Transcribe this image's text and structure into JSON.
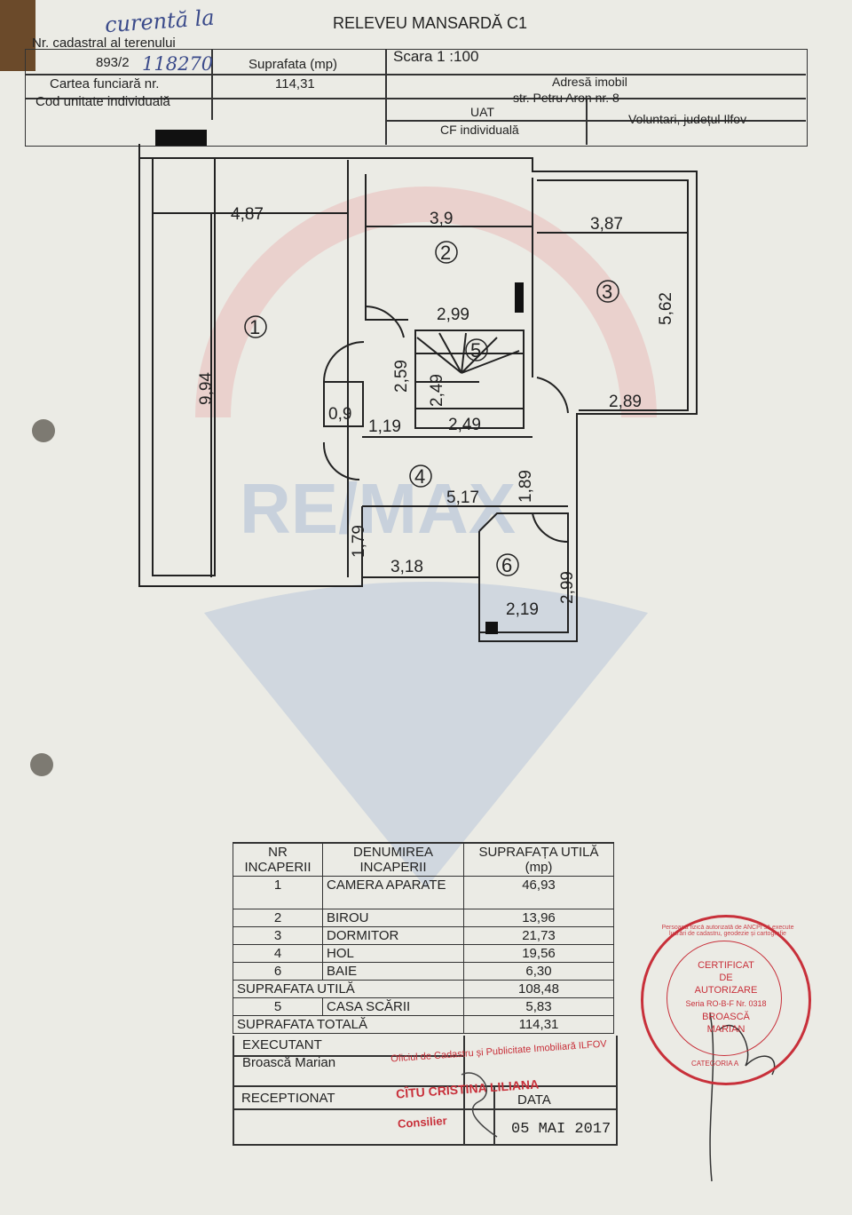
{
  "header": {
    "title": "RELEVEU MANSARDĂ C1",
    "scale": "Scara 1 :100",
    "handwritten_top": "curentă la",
    "cadastral_label": "Nr. cadastral al terenului",
    "cadastral_value": "893/2",
    "handwritten_cad": "118270",
    "area_label": "Suprafata (mp)",
    "area_value": "114,31",
    "cf_label": "Cartea funciară nr.",
    "cui_label": "Cod unitate individuală",
    "address_label": "Adresă imobil",
    "address_value": "str. Petru Aron nr. 8",
    "uat_label": "UAT",
    "uat_value": "Voluntari, județul Ilfov",
    "cf_ind_label": "CF individuală"
  },
  "plan": {
    "dims": [
      "4,87",
      "3,9",
      "3,87",
      "2,99",
      "5,62",
      "9,94",
      "2,59",
      "2,49",
      "2,49",
      "0,9",
      "1,19",
      "2,89",
      "1,89",
      "5,17",
      "1,79",
      "3,18",
      "2,99",
      "2,19"
    ],
    "rooms": [
      "1",
      "2",
      "3",
      "4",
      "5",
      "6"
    ],
    "watermark": "RE/MAX"
  },
  "table": {
    "headers": [
      "NR INCAPERII",
      "DENUMIREA INCAPERII",
      "SUPRAFAȚA UTILĂ (mp)"
    ],
    "rows": [
      {
        "nr": "1",
        "name": "CAMERA APARATE",
        "area": "46,93"
      },
      {
        "nr": "2",
        "name": "BIROU",
        "area": "13,96"
      },
      {
        "nr": "3",
        "name": "DORMITOR",
        "area": "21,73"
      },
      {
        "nr": "4",
        "name": "HOL",
        "area": "19,56"
      },
      {
        "nr": "6",
        "name": "BAIE",
        "area": "6,30"
      }
    ],
    "util_label": "SUPRAFATA UTILĂ",
    "util_value": "108,48",
    "stair_nr": "5",
    "stair_name": "CASA SCĂRII",
    "stair_area": "5,83",
    "total_label": "SUPRAFATA TOTALĂ",
    "total_value": "114,31"
  },
  "footer": {
    "executant_label": "EXECUTANT",
    "executant_name": "Broască Marian",
    "office_stamp": "Oficiul de Cadastru și Publicitate Imobiliară ILFOV",
    "receptionat_label": "RECEPTIONAT",
    "receiver_name": "CÎTU CRISTINA LILIANA",
    "data_label": "DATA",
    "role": "Consilier",
    "date": "05 MAI 2017"
  },
  "stamp": {
    "ring_text": "Persoană fizică autorizată de ANCPI să execute lucrări de cadastru, geodezie și cartografie",
    "center_lines": [
      "CERTIFICAT",
      "DE",
      "AUTORIZARE",
      "Seria RO-B-F Nr. 0318",
      "BROASCĂ",
      "MARIAN"
    ],
    "category": "CATEGORIA A"
  }
}
